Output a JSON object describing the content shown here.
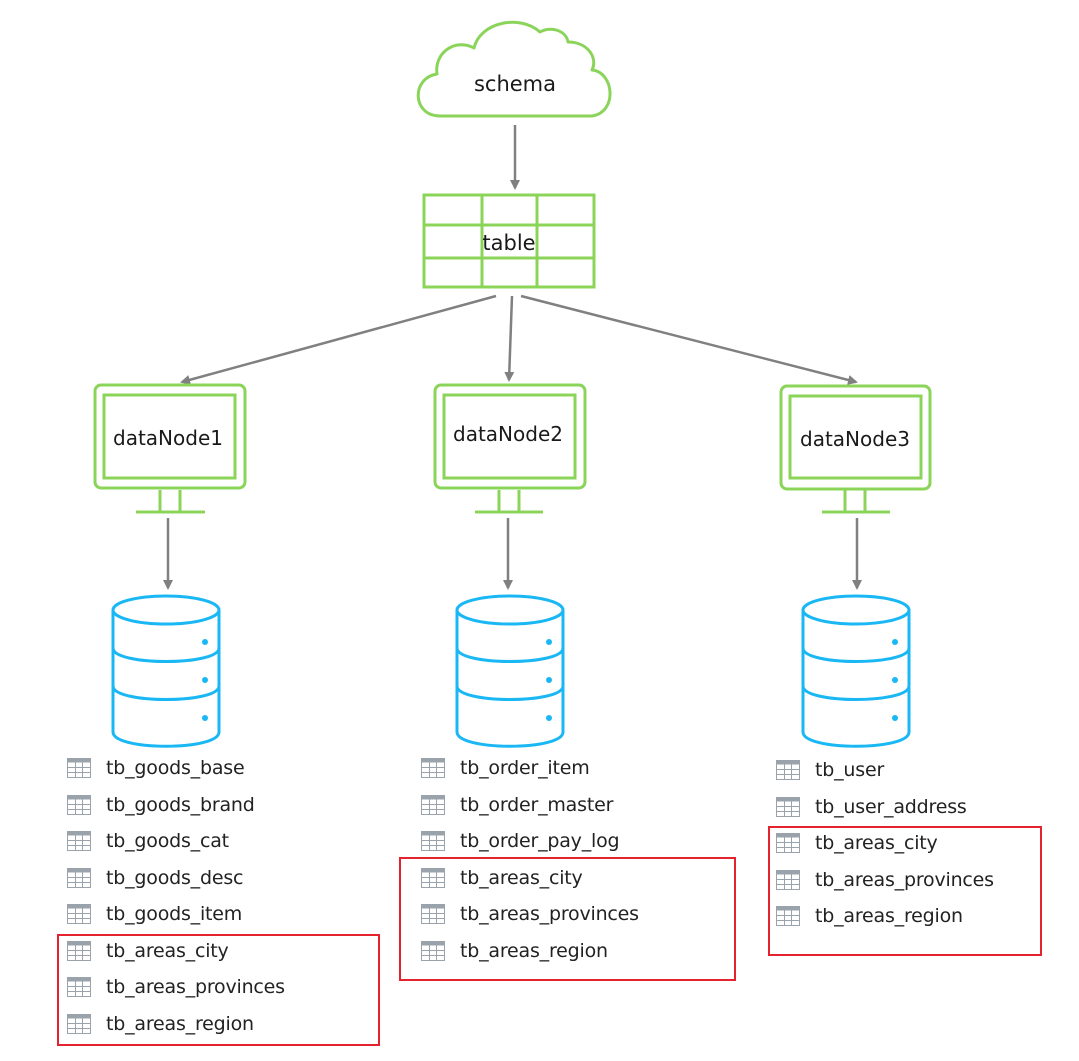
{
  "diagram": {
    "schema_label": "schema",
    "table_label": "table",
    "data_nodes": [
      {
        "label": "dataNode1"
      },
      {
        "label": "dataNode2"
      },
      {
        "label": "dataNode3"
      }
    ]
  },
  "table_lists": [
    {
      "node": "dataNode1",
      "tables": [
        "tb_goods_base",
        "tb_goods_brand",
        "tb_goods_cat",
        "tb_goods_desc",
        "tb_goods_item",
        "tb_areas_city",
        "tb_areas_provinces",
        "tb_areas_region"
      ],
      "highlighted": [
        "tb_areas_city",
        "tb_areas_provinces",
        "tb_areas_region"
      ]
    },
    {
      "node": "dataNode2",
      "tables": [
        "tb_order_item",
        "tb_order_master",
        "tb_order_pay_log",
        "tb_areas_city",
        "tb_areas_provinces",
        "tb_areas_region"
      ],
      "highlighted": [
        "tb_areas_city",
        "tb_areas_provinces",
        "tb_areas_region"
      ]
    },
    {
      "node": "dataNode3",
      "tables": [
        "tb_user",
        "tb_user_address",
        "tb_areas_city",
        "tb_areas_provinces",
        "tb_areas_region"
      ],
      "highlighted": [
        "tb_areas_city",
        "tb_areas_provinces",
        "tb_areas_region"
      ]
    }
  ],
  "colors": {
    "node_green": "#8bd45a",
    "database_blue": "#1ab7f5",
    "arrow_gray": "#808080",
    "highlight_red": "#e5232f",
    "table_icon_gray": "#9aa3ab"
  },
  "icons": {
    "schema": "cloud-icon",
    "table": "table-grid-icon",
    "data_node": "monitor-icon",
    "database": "database-icon",
    "table_entry": "table-icon"
  }
}
